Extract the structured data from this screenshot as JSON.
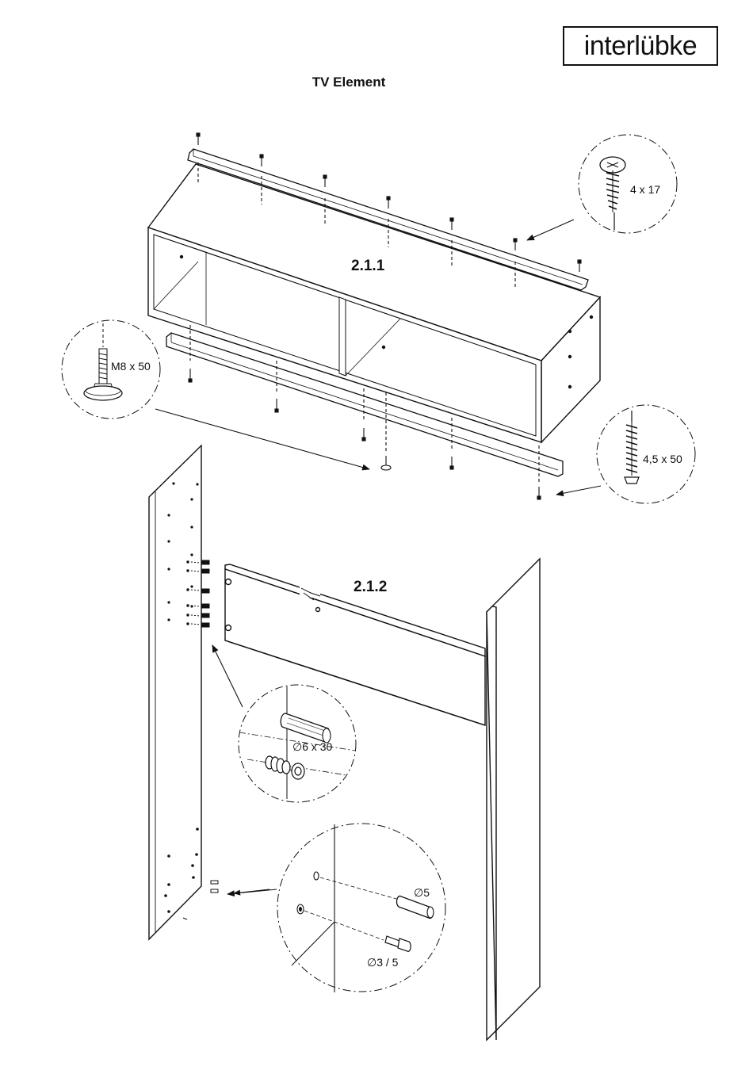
{
  "header": {
    "brand": "interlübke",
    "title": "TV Element"
  },
  "steps": {
    "top": "2.1.1",
    "bottom": "2.1.2"
  },
  "callouts": {
    "screw_top": "4 x 17",
    "glide": "M8 x 50",
    "screw_side": "4,5 x 50",
    "dowel": "∅6 x 30",
    "pin_large": "∅5",
    "pin_small": "∅3 / 5"
  }
}
